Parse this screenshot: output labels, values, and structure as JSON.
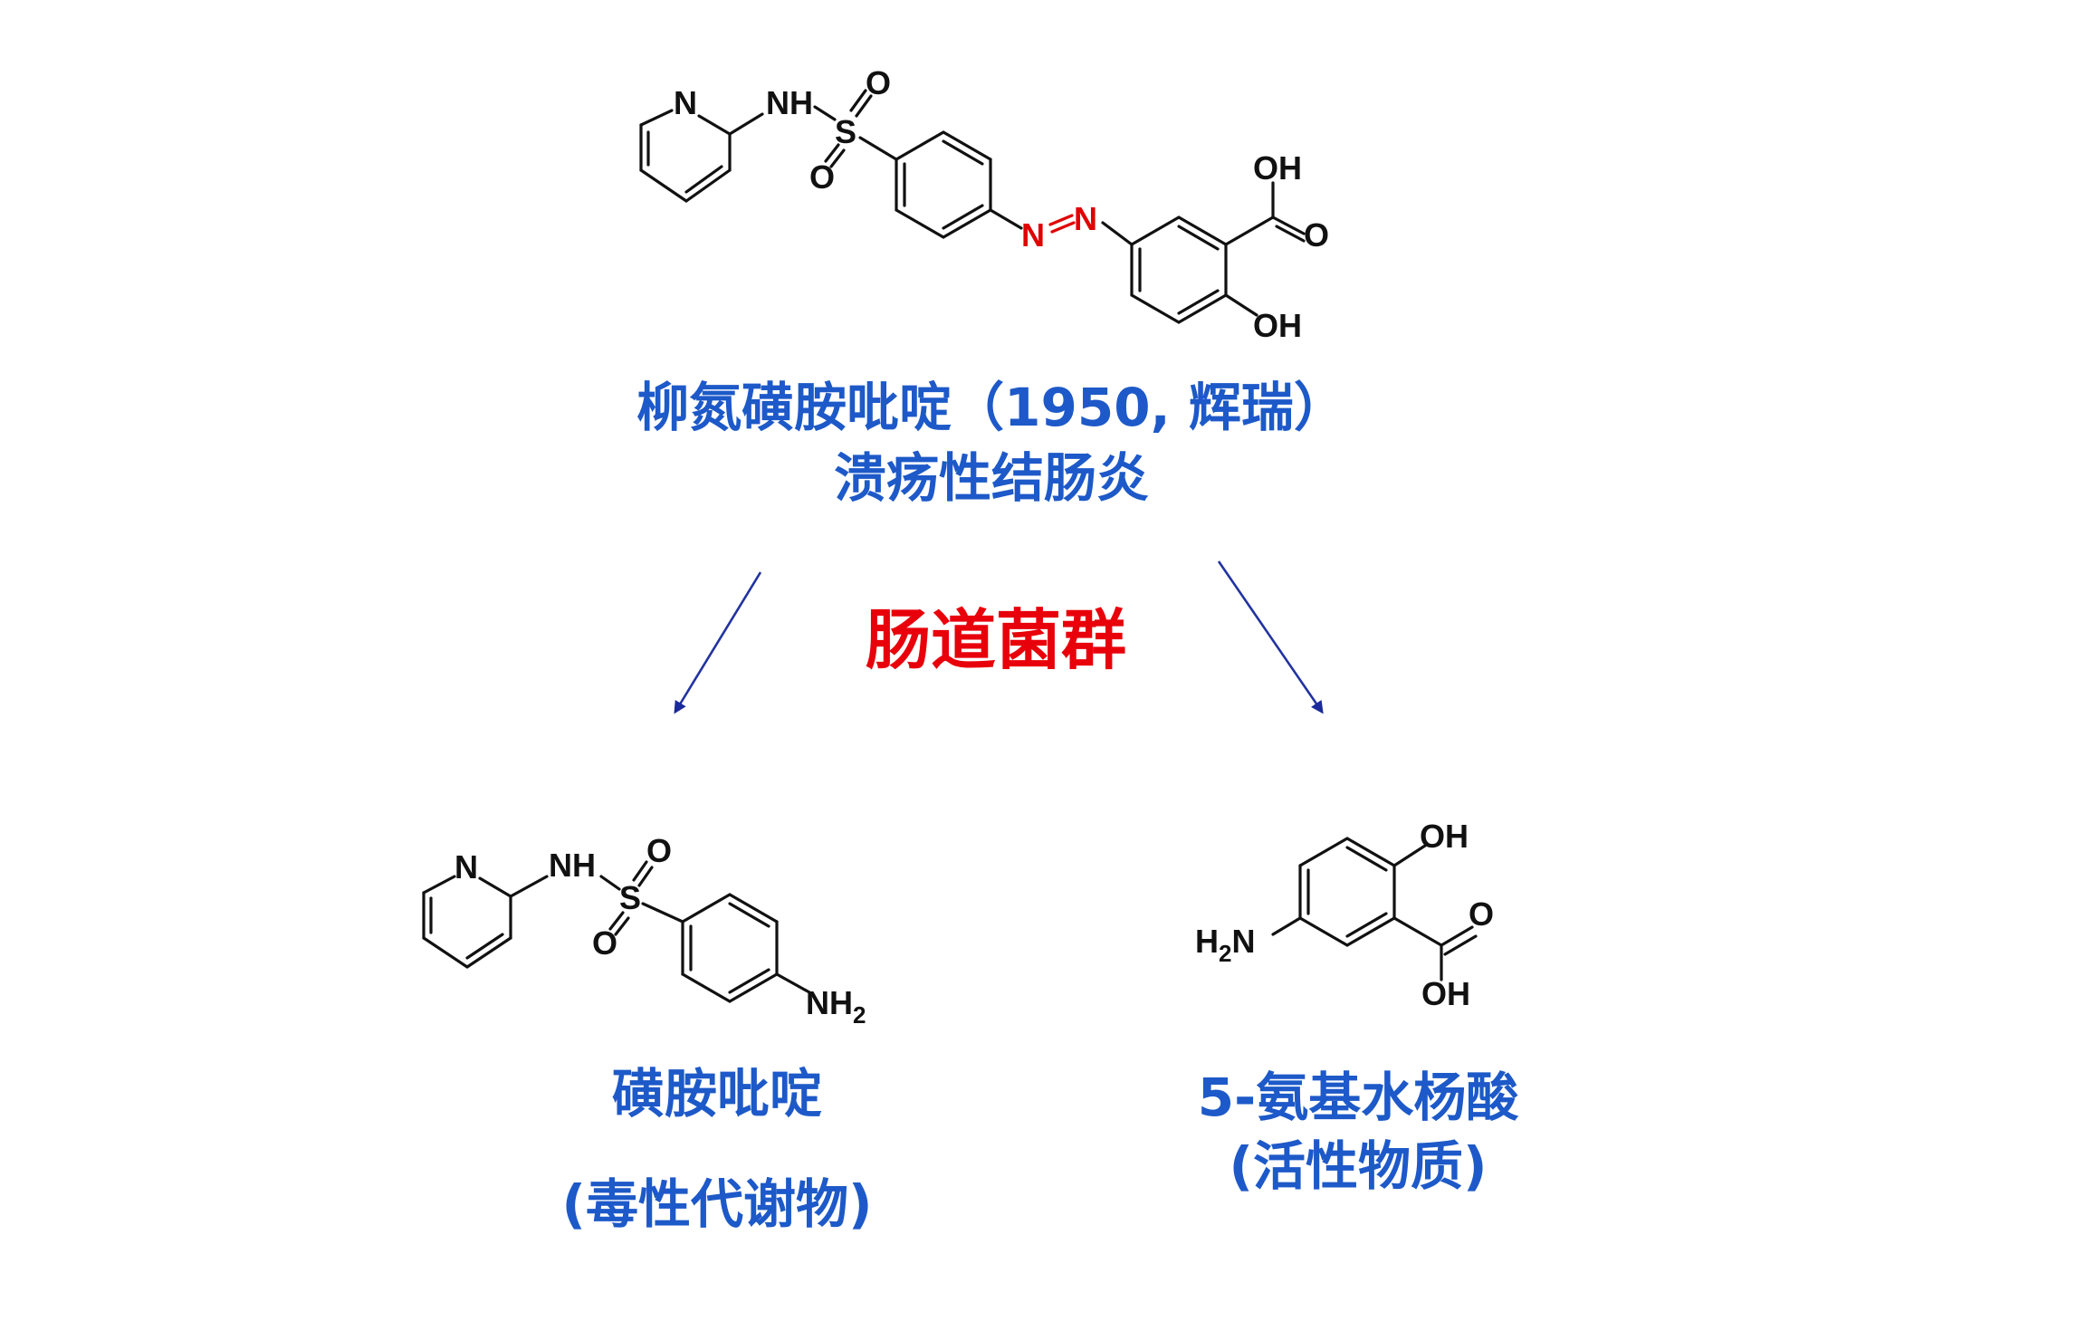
{
  "colors": {
    "label_blue": "#1d59c8",
    "bacteria_red": "#e8000b",
    "azo_red": "#e00000",
    "arrow_blue": "#2233a0",
    "bond_black": "#111111"
  },
  "parent": {
    "atoms": {
      "pyridine_n": "N",
      "nh": "NH",
      "s": "S",
      "o_top": "O",
      "o_left": "O",
      "azo_n1": "N",
      "azo_n2": "N",
      "cooh_oh": "OH",
      "cooh_o": "O",
      "phenol_oh": "OH"
    },
    "name": "柳氮磺胺吡啶（1950, 辉瑞）",
    "indication": "溃疡性结肠炎"
  },
  "process_label": "肠道菌群",
  "left_product": {
    "atoms": {
      "pyridine_n": "N",
      "nh": "NH",
      "s": "S",
      "o_top": "O",
      "o_left": "O",
      "nh2_main": "NH",
      "nh2_sub": "2"
    },
    "name": "磺胺吡啶",
    "note": "(毒性代谢物)"
  },
  "right_product": {
    "atoms": {
      "oh_top": "OH",
      "o_carbonyl": "O",
      "oh_acid": "OH",
      "h2n_h": "H",
      "h2n_sub": "2",
      "h2n_n": "N"
    },
    "name": "5-氨基水杨酸",
    "note": "(活性物质)"
  }
}
